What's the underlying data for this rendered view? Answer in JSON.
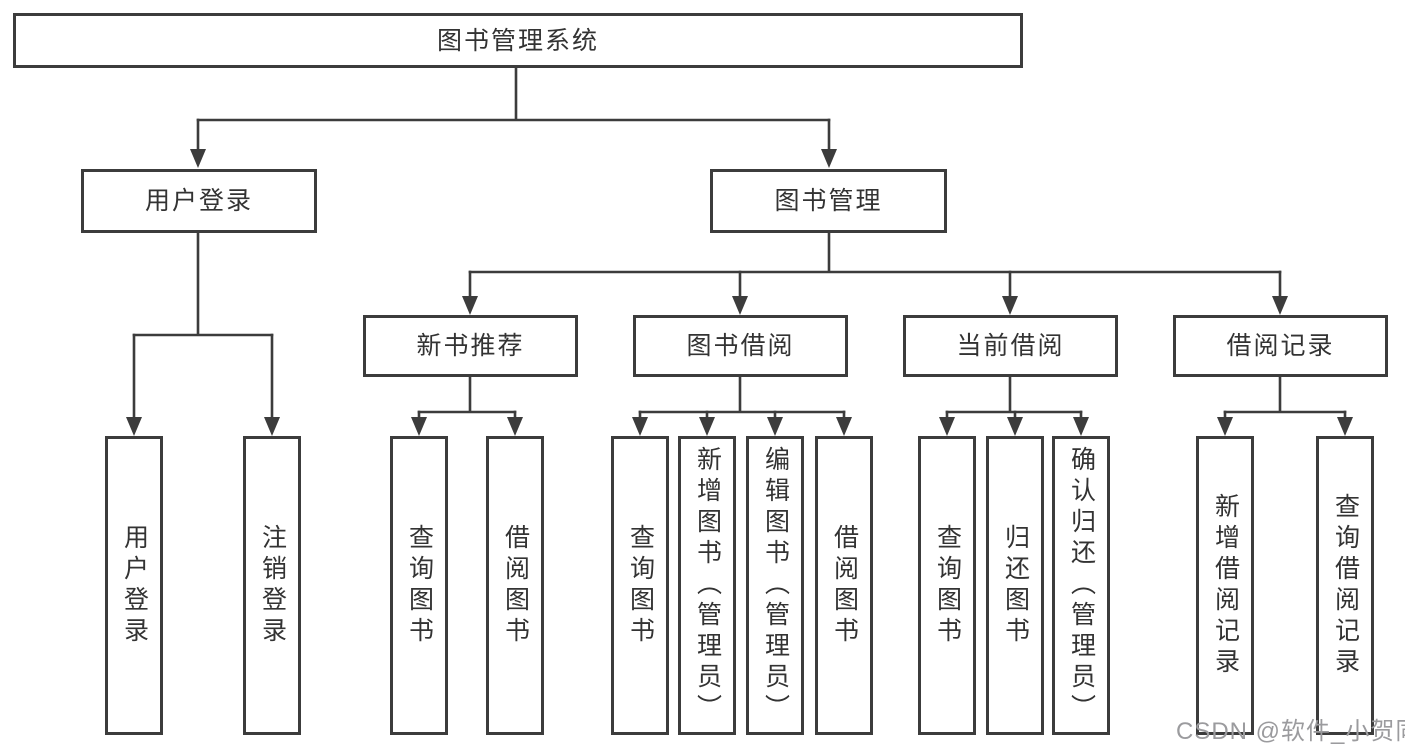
{
  "diagram": {
    "root": {
      "label": "图书管理系统"
    },
    "branches": [
      {
        "label": "用户登录",
        "children": [
          {
            "label": "用户登录"
          },
          {
            "label": "注销登录"
          }
        ]
      },
      {
        "label": "图书管理",
        "groups": [
          {
            "label": "新书推荐",
            "children": [
              {
                "label": "查询图书"
              },
              {
                "label": "借阅图书"
              }
            ]
          },
          {
            "label": "图书借阅",
            "children": [
              {
                "label": "查询图书"
              },
              {
                "label": "新增图书（管理员）"
              },
              {
                "label": "编辑图书（管理员）"
              },
              {
                "label": "借阅图书"
              }
            ]
          },
          {
            "label": "当前借阅",
            "children": [
              {
                "label": "查询图书"
              },
              {
                "label": "归还图书"
              },
              {
                "label": "确认归还（管理员）"
              }
            ]
          },
          {
            "label": "借阅记录",
            "children": [
              {
                "label": "新增借阅记录"
              },
              {
                "label": "查询借阅记录"
              }
            ]
          }
        ]
      }
    ]
  },
  "watermark": "CSDN @软件_小贺同学",
  "colors": {
    "line": "#3c3c3c",
    "text": "#333333",
    "watermark": "#9b9b9e",
    "background": "#ffffff"
  }
}
